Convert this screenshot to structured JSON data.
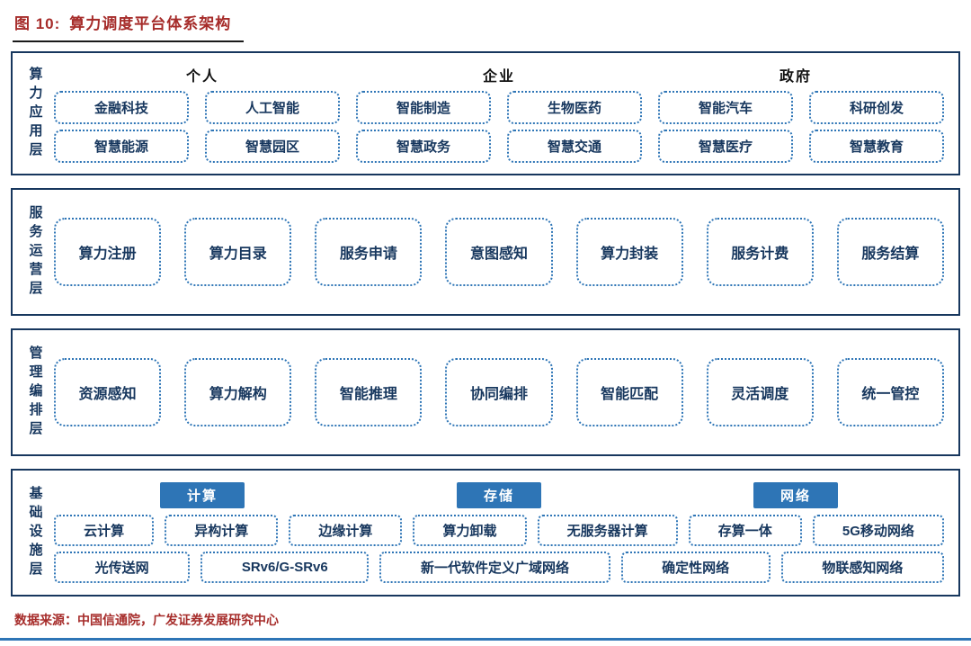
{
  "title": {
    "prefix": "图 10:",
    "text": "算力调度平台体系架构"
  },
  "colors": {
    "title_red": "#A62C2A",
    "navy": "#17375E",
    "dot_blue": "#2E75B6",
    "header_blue": "#2E75B6",
    "rule_blue": "#2E75B6"
  },
  "layers": [
    {
      "name": "算力应用层",
      "headers": [
        "个人",
        "企业",
        "政府"
      ],
      "rows": [
        [
          "金融科技",
          "人工智能",
          "智能制造",
          "生物医药",
          "智能汽车",
          "科研创发"
        ],
        [
          "智慧能源",
          "智慧园区",
          "智慧政务",
          "智慧交通",
          "智慧医疗",
          "智慧教育"
        ]
      ]
    },
    {
      "name": "服务运营层",
      "items": [
        "算力注册",
        "算力目录",
        "服务申请",
        "意图感知",
        "算力封装",
        "服务计费",
        "服务结算"
      ]
    },
    {
      "name": "管理编排层",
      "items": [
        "资源感知",
        "算力解构",
        "智能推理",
        "协同编排",
        "智能匹配",
        "灵活调度",
        "统一管控"
      ]
    },
    {
      "name": "基础设施层",
      "headers": [
        "计算",
        "存储",
        "网络"
      ],
      "rows": [
        [
          "云计算",
          "异构计算",
          "边缘计算",
          "算力卸载",
          "无服务器计算",
          "存算一体",
          "5G移动网络"
        ],
        [
          "光传送网",
          "SRv6/G-SRv6",
          "新一代软件定义广域网络",
          "确定性网络",
          "物联感知网络"
        ]
      ]
    }
  ],
  "footer": {
    "source": "数据来源：中国信通院，广发证券发展研究中心"
  }
}
